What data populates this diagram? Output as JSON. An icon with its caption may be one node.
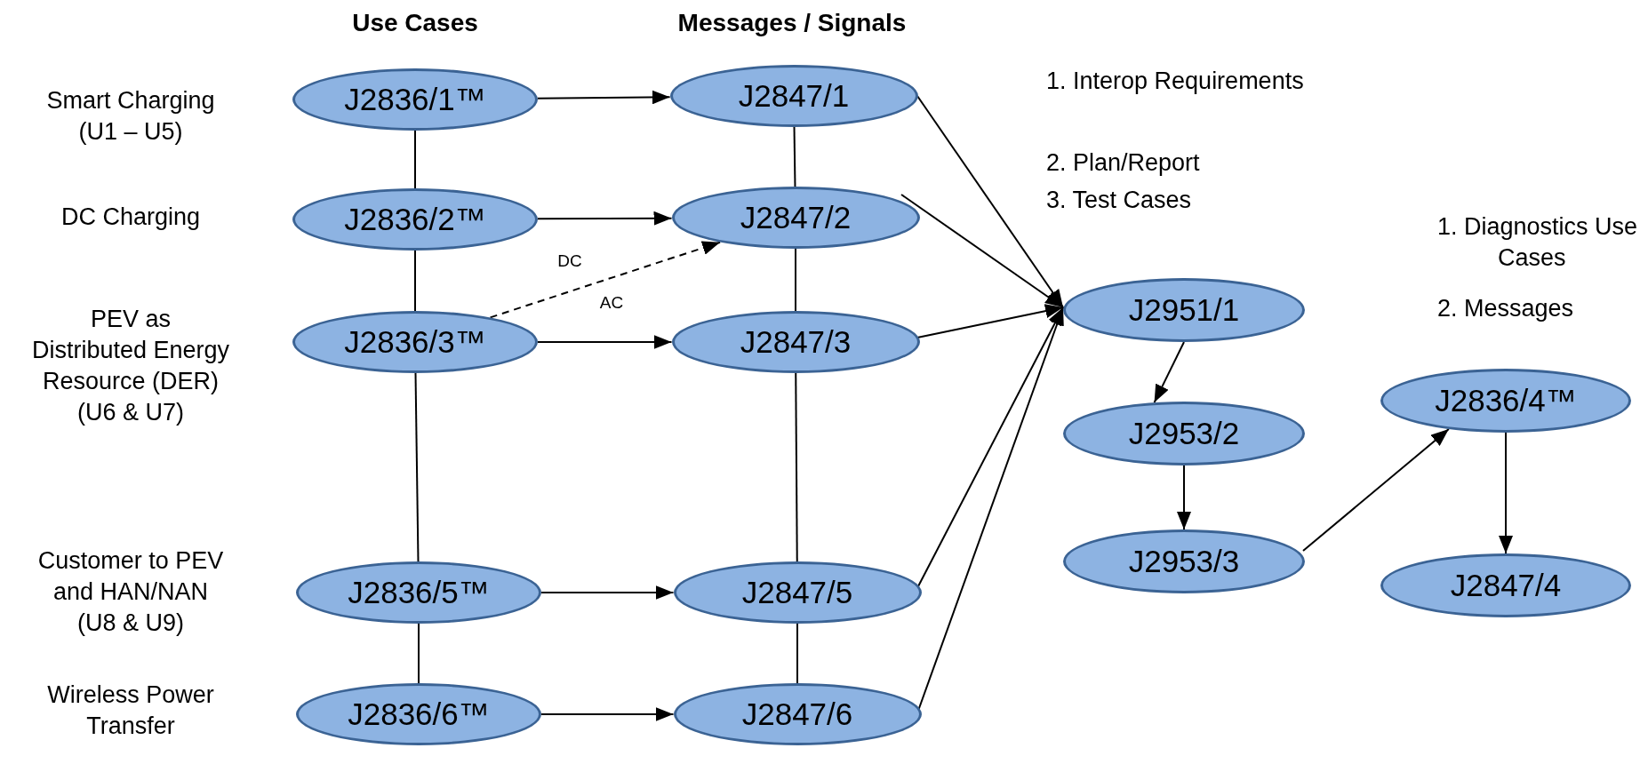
{
  "diagram": {
    "nodes": [
      {
        "text": [
          "J2836/1™"
        ],
        "beside": [
          "Smart Charging (U1 – U5)"
        ]
      },
      {
        "text": [
          "J2836/2™"
        ],
        "beside": [
          "DC Charging"
        ]
      },
      {
        "text": [
          "J2836/3™"
        ],
        "beside": [
          "PEV as Distributed Energy Resource (DER) (U6 & U7)"
        ]
      },
      {
        "text": [
          "J2836/5™"
        ],
        "beside": [
          "Customer to PEV and HAN/NAN (U8 & U9)"
        ]
      },
      {
        "text": [
          "J2836/6™"
        ],
        "beside": [
          "Wireless Power Transfer"
        ]
      },
      {
        "text": [
          "J2847/1"
        ]
      },
      {
        "text": [
          "J2847/2"
        ]
      },
      {
        "text": [
          "J2847/3"
        ]
      },
      {
        "text": [
          "J2847/5"
        ]
      },
      {
        "text": [
          "J2847/6"
        ]
      },
      {
        "text": [
          "J2951/1"
        ]
      },
      {
        "text": [
          "J2953/2"
        ]
      },
      {
        "text": [
          "J2953/3"
        ]
      },
      {
        "text": [
          "J2836/4™"
        ]
      },
      {
        "text": [
          "J2847/4"
        ]
      }
    ],
    "edges": [
      {
        "from": 0,
        "to": 5,
        "arrow": "to"
      },
      {
        "from": 1,
        "to": 6,
        "arrow": "to"
      },
      {
        "from": 2,
        "to": 6,
        "arrow": "to",
        "label": "DC",
        "style": "dashed"
      },
      {
        "from": 2,
        "to": 7,
        "arrow": "to",
        "label": "AC"
      },
      {
        "from": 3,
        "to": 8,
        "arrow": "to"
      },
      {
        "from": 4,
        "to": 9,
        "arrow": "to"
      },
      {
        "from": 0,
        "to": 1,
        "arrow": "none"
      },
      {
        "from": 1,
        "to": 2,
        "arrow": "none"
      },
      {
        "from": 2,
        "to": 3,
        "arrow": "none"
      },
      {
        "from": 3,
        "to": 4,
        "arrow": "none"
      },
      {
        "from": 5,
        "to": 6,
        "arrow": "none"
      },
      {
        "from": 6,
        "to": 7,
        "arrow": "none"
      },
      {
        "from": 7,
        "to": 8,
        "arrow": "none"
      },
      {
        "from": 8,
        "to": 9,
        "arrow": "none"
      },
      {
        "from": 5,
        "to": 10,
        "arrow": "to"
      },
      {
        "from": 6,
        "to": 10,
        "arrow": "to"
      },
      {
        "from": 7,
        "to": 10,
        "arrow": "to"
      },
      {
        "from": 8,
        "to": 10,
        "arrow": "to"
      },
      {
        "from": 9,
        "to": 10,
        "arrow": "to"
      },
      {
        "from": 10,
        "to": 11,
        "arrow": "to"
      },
      {
        "from": 11,
        "to": 12,
        "arrow": "to"
      },
      {
        "from": 12,
        "to": 13,
        "arrow": "to"
      },
      {
        "from": 13,
        "to": 14,
        "arrow": "to"
      }
    ],
    "labels": [
      "Use Cases",
      "Messages / Signals",
      "1. Interop Requirements",
      "2. Plan/Report",
      "3. Test Cases",
      "1. Diagnostics Use Cases",
      "2. Messages"
    ]
  }
}
